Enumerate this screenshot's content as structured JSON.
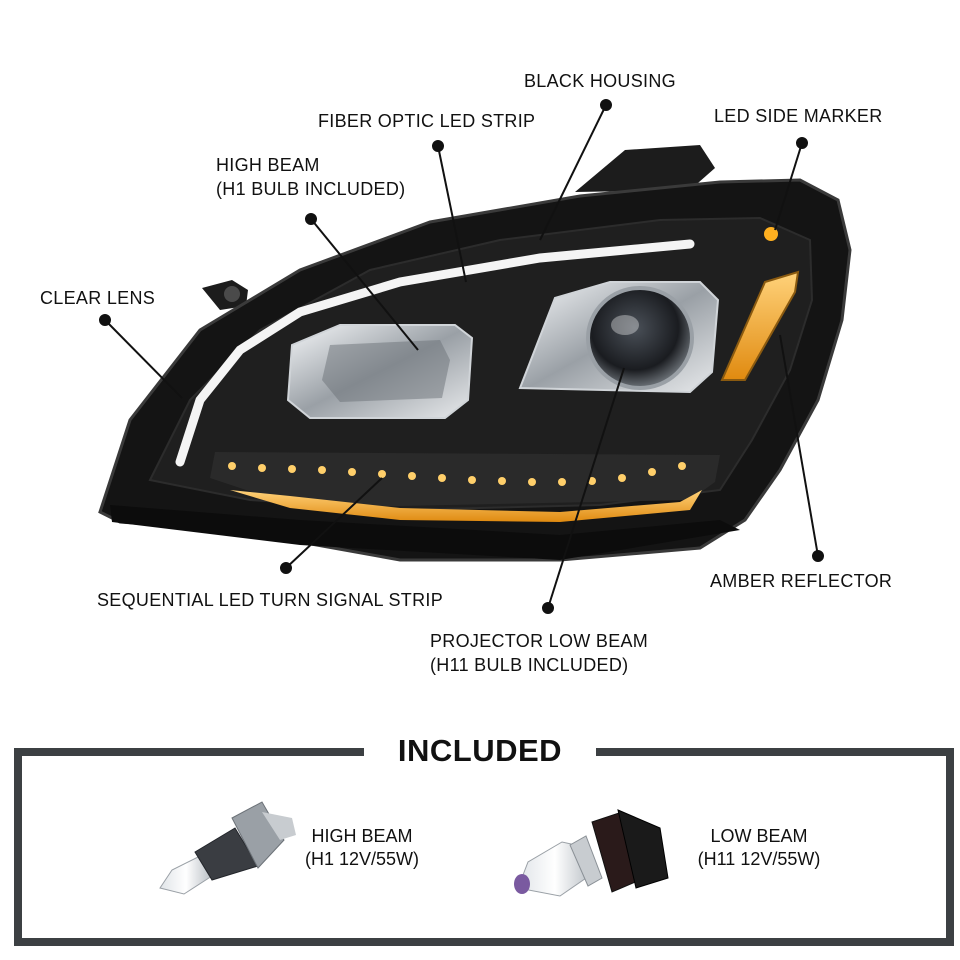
{
  "callouts": {
    "black_housing": "BLACK HOUSING",
    "fiber_optic": "FIBER OPTIC LED STRIP",
    "led_side_marker": "LED SIDE MARKER",
    "high_beam_line1": "HIGH BEAM",
    "high_beam_line2": "(H1 BULB INCLUDED)",
    "clear_lens": "CLEAR LENS",
    "turn_signal": "SEQUENTIAL LED TURN SIGNAL STRIP",
    "amber_reflector": "AMBER REFLECTOR",
    "projector_line1": "PROJECTOR LOW BEAM",
    "projector_line2": "(H11 BULB INCLUDED)"
  },
  "included": {
    "title": "INCLUDED",
    "high_beam_line1": "HIGH BEAM",
    "high_beam_line2": "(H1 12V/55W)",
    "low_beam_line1": "LOW BEAM",
    "low_beam_line2": "(H11 12V/55W)"
  },
  "colors": {
    "housing": "#141414",
    "amber": "#f0a020",
    "frame": "#3c4043",
    "chrome": "#c8ccd0"
  },
  "icons": [
    "headlight-image",
    "h1-bulb-icon",
    "h11-bulb-icon"
  ]
}
